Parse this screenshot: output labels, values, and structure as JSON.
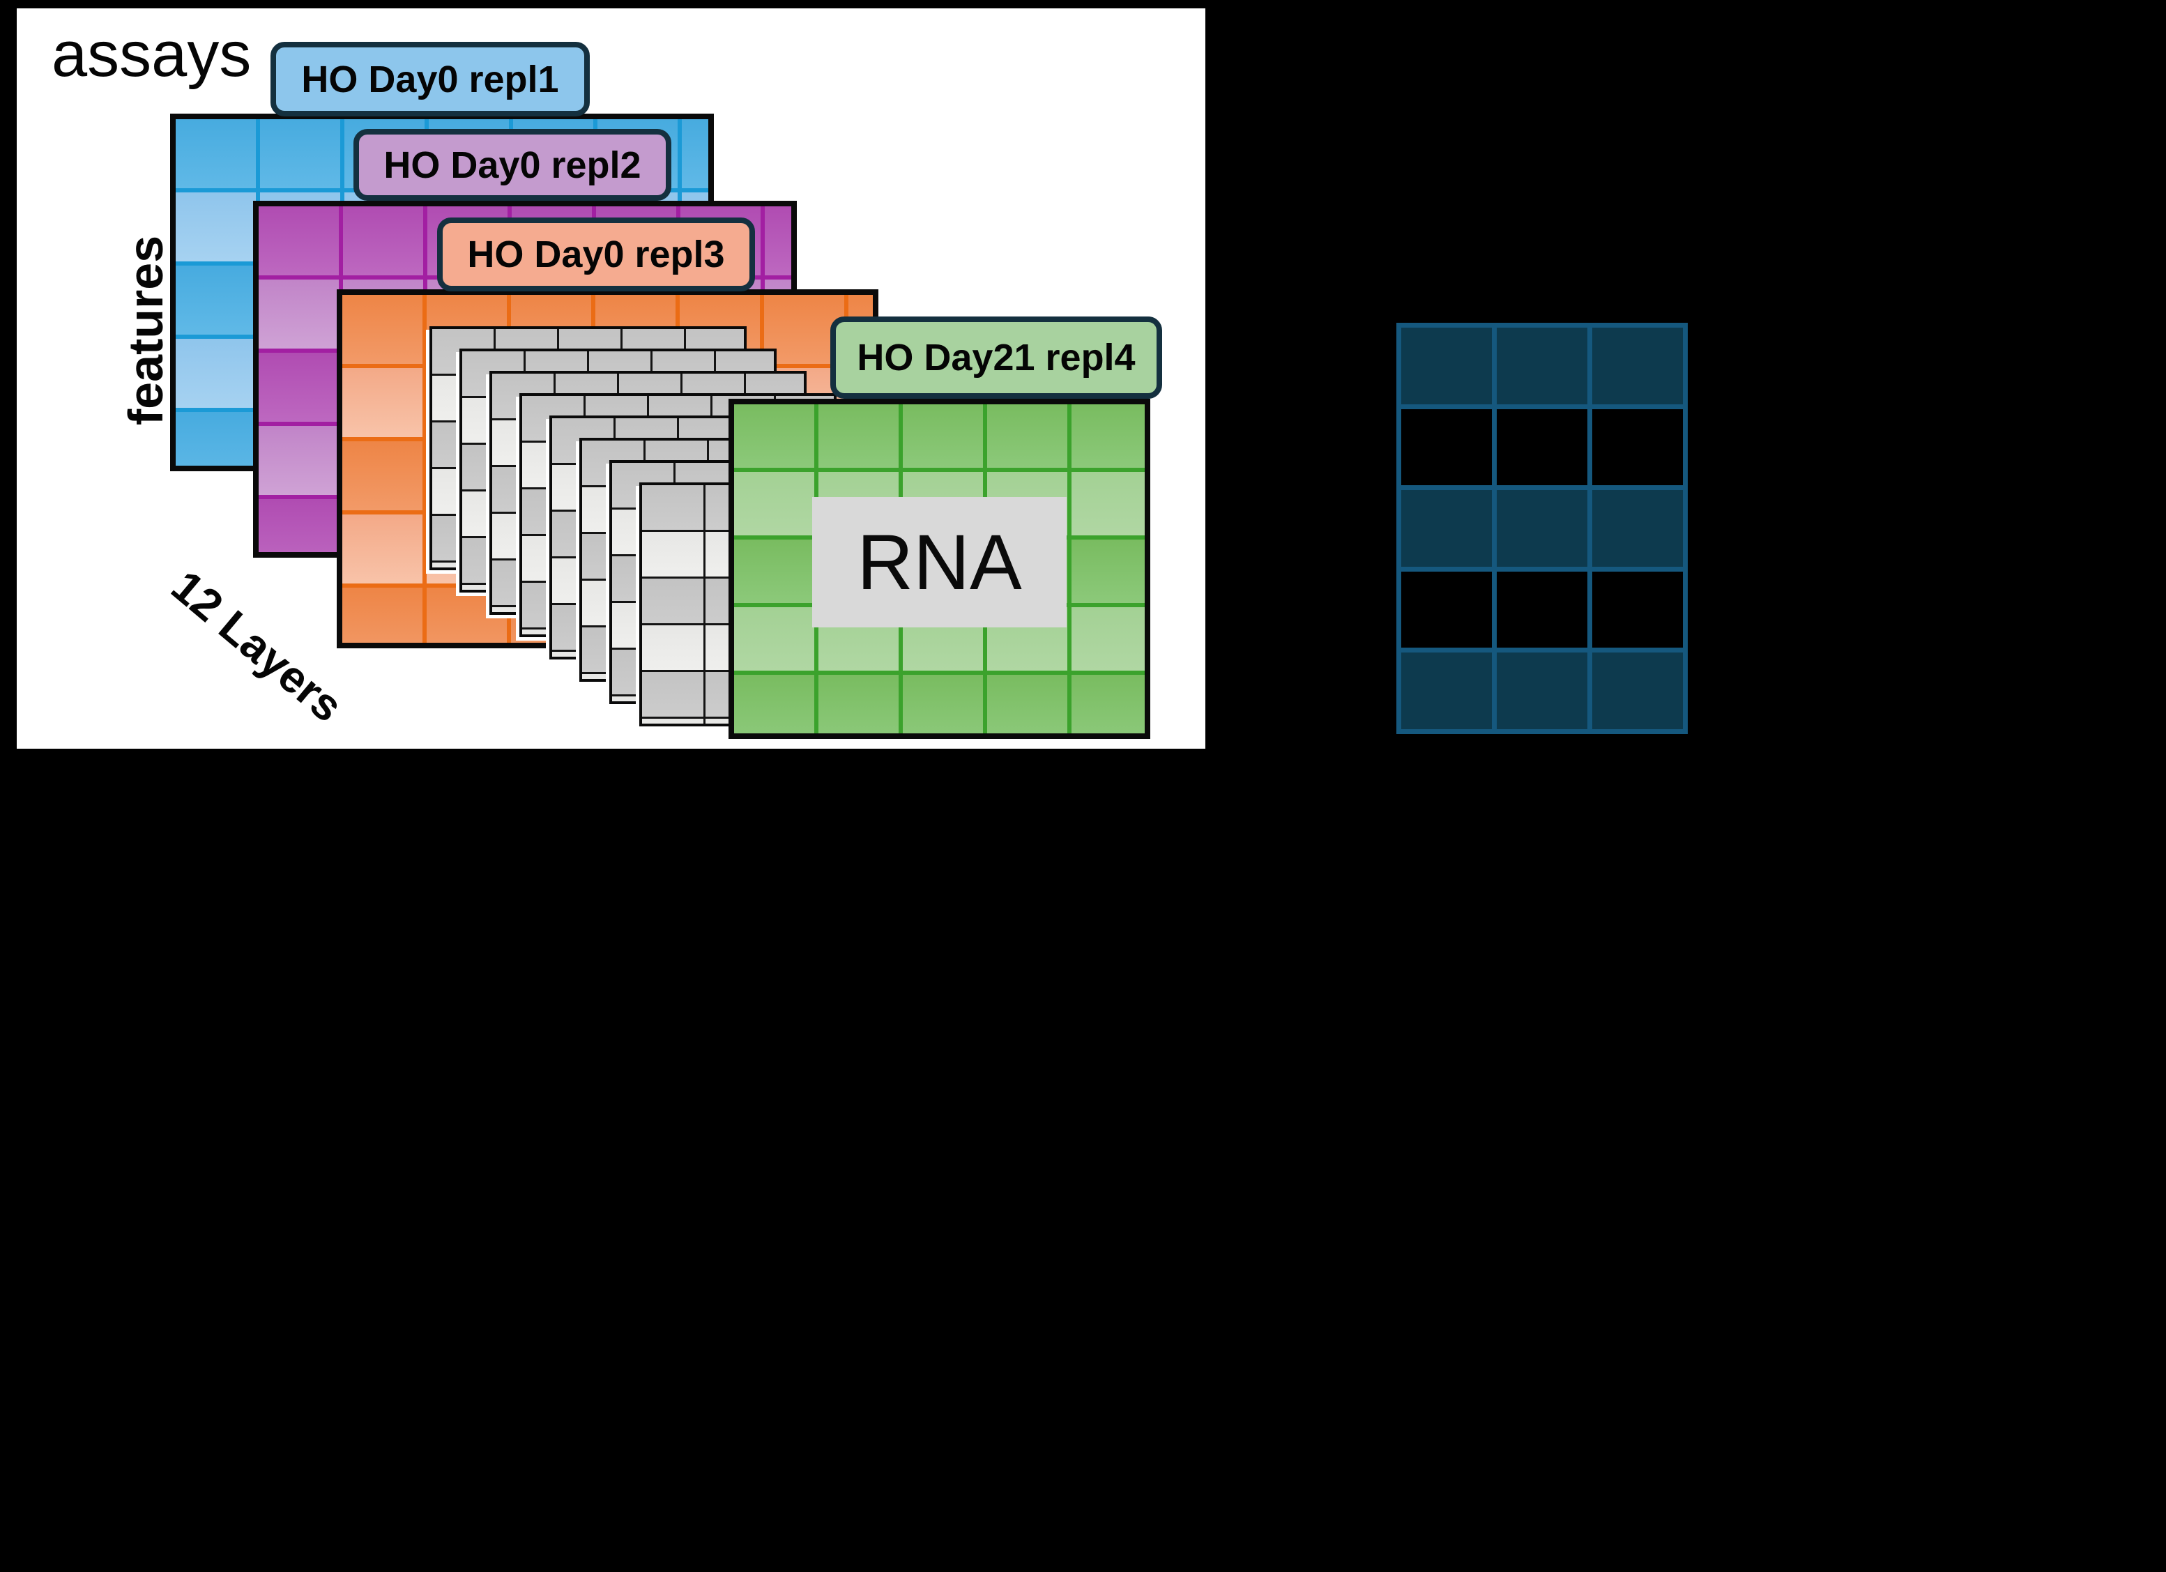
{
  "labels": {
    "assays": "assays",
    "features": "features",
    "layers": "12 Layers",
    "rna": "RNA"
  },
  "assays": [
    {
      "label": "HO Day0 repl1",
      "color_key": "blue"
    },
    {
      "label": "HO Day0 repl2",
      "color_key": "purple"
    },
    {
      "label": "HO Day0 repl3",
      "color_key": "orange"
    },
    {
      "label": "HO Day21 repl4",
      "color_key": "green"
    }
  ],
  "assay_stack": {
    "total_layers_label": "12 Layers",
    "named_front_back_layers": 4,
    "hidden_gray_layers_visible": 8,
    "matrix_rows": 5,
    "matrix_cols": 5
  },
  "samples_grid": {
    "cols": 3,
    "rows": 5,
    "row_pattern": [
      "dark",
      "black",
      "dark",
      "black",
      "dark"
    ]
  },
  "colors": {
    "background": "#000000",
    "panel": "#ffffff",
    "tab_border": "#14303f",
    "matrix_border": "#0a0a0a",
    "rna_box": "#d9d9d9",
    "blue": {
      "tab": "#8dc6ec",
      "line": "#1b9ad6",
      "dark1": "#47abdf",
      "dark2": "#60b9e7",
      "light1": "#8fc5ec",
      "light2": "#a6d2f1"
    },
    "purple": {
      "tab": "#c49bce",
      "line": "#a21fa2",
      "dark1": "#b04cb2",
      "dark2": "#bd68c0",
      "light1": "#c184c8",
      "light2": "#cfa2d5"
    },
    "orange": {
      "tab": "#f5ab90",
      "line": "#eb6c15",
      "dark1": "#ee8546",
      "dark2": "#f29a68",
      "light1": "#f3a987",
      "light2": "#f8c3a9"
    },
    "green": {
      "tab": "#a8d29f",
      "line": "#3ba22c",
      "dark1": "#79bc60",
      "dark2": "#8cc97a",
      "light1": "#a3d194",
      "light2": "#b0d7a3"
    },
    "gray": {
      "line": "#141414",
      "dark1": "#c3c3c3",
      "dark2": "#cccccc",
      "light1": "#e7e7e5",
      "light2": "#efefed"
    },
    "samples": {
      "line": "#15587e",
      "dark": "#0d3a4e",
      "black": "#000000"
    }
  }
}
